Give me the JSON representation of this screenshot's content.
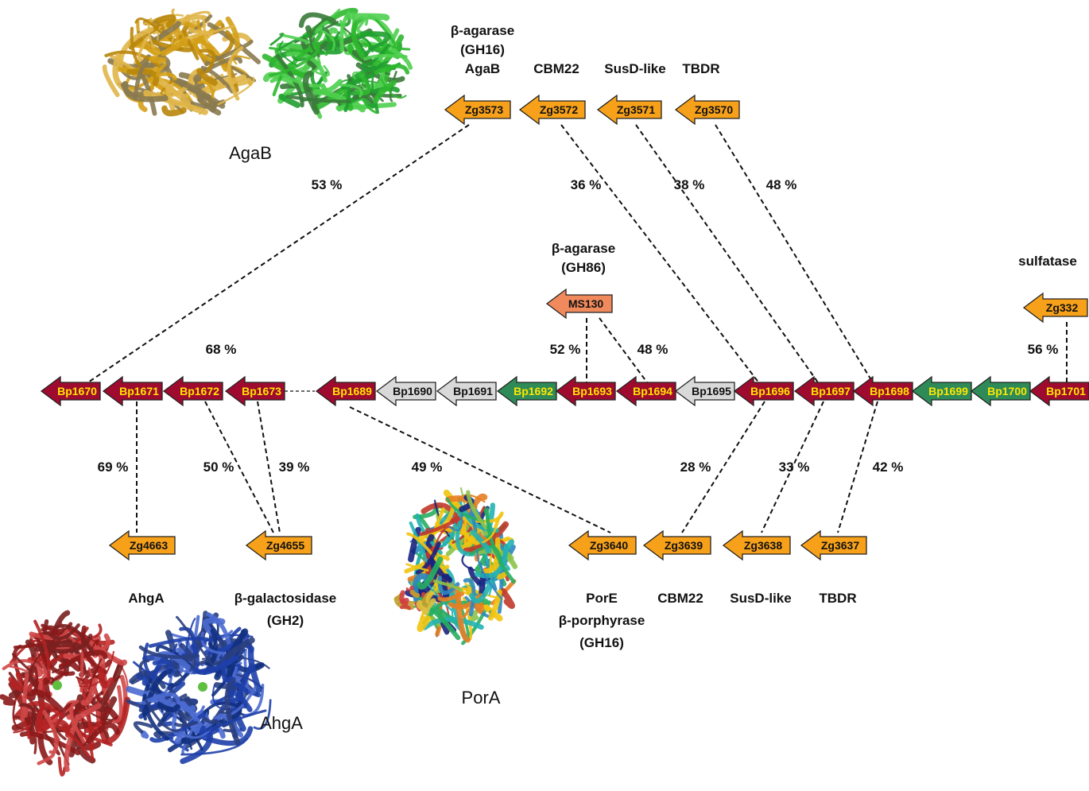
{
  "colors": {
    "orange": "#F7A11A",
    "salmon": "#F08A5D",
    "maroon": "#9E0B2E",
    "grey": "#D9D9D9",
    "green": "#2E8B57",
    "yellow_text": "#FFE600",
    "dark_text": "#111111",
    "agab_yellow": "#D4A017",
    "agab_green": "#2EB82E",
    "ahga_red": "#B22222",
    "ahga_blue": "#1E3FA8"
  },
  "top_genes": [
    {
      "id": "Zg3573",
      "annotation": [
        "β-agarase",
        "(GH16)",
        "AgaB"
      ]
    },
    {
      "id": "Zg3572",
      "annotation": [
        "CBM22"
      ]
    },
    {
      "id": "Zg3571",
      "annotation": [
        "SusD-like"
      ]
    },
    {
      "id": "Zg3570",
      "annotation": [
        "TBDR"
      ]
    }
  ],
  "ms130": {
    "id": "MS130",
    "annotation": [
      "β-agarase",
      "(GH86)"
    ]
  },
  "zg332": {
    "id": "Zg332",
    "annotation": [
      "sulfatase"
    ]
  },
  "middle_genes": [
    {
      "id": "Bp1670",
      "type": "maroon"
    },
    {
      "id": "Bp1671",
      "type": "maroon"
    },
    {
      "id": "Bp1672",
      "type": "maroon"
    },
    {
      "id": "Bp1673",
      "type": "maroon"
    },
    {
      "id": "Bp1689",
      "type": "maroon"
    },
    {
      "id": "Bp1690",
      "type": "grey"
    },
    {
      "id": "Bp1691",
      "type": "grey"
    },
    {
      "id": "Bp1692",
      "type": "green"
    },
    {
      "id": "Bp1693",
      "type": "maroon"
    },
    {
      "id": "Bp1694",
      "type": "maroon"
    },
    {
      "id": "Bp1695",
      "type": "grey"
    },
    {
      "id": "Bp1696",
      "type": "maroon"
    },
    {
      "id": "Bp1697",
      "type": "maroon"
    },
    {
      "id": "Bp1698",
      "type": "maroon"
    },
    {
      "id": "Bp1699",
      "type": "green"
    },
    {
      "id": "Bp1700",
      "type": "green"
    },
    {
      "id": "Bp1701",
      "type": "maroon"
    }
  ],
  "bottom_genes": [
    {
      "id": "Zg4663",
      "annotation": [
        "AhgA"
      ]
    },
    {
      "id": "Zg4655",
      "annotation": [
        "β-galactosidase",
        "(GH2)"
      ]
    },
    {
      "id": "Zg3640",
      "annotation": [
        "PorE",
        "β-porphyrase",
        "(GH16)"
      ]
    },
    {
      "id": "Zg3639",
      "annotation": [
        "CBM22"
      ]
    },
    {
      "id": "Zg3638",
      "annotation": [
        "SusD-like"
      ]
    },
    {
      "id": "Zg3637",
      "annotation": [
        "TBDR"
      ]
    }
  ],
  "identities": [
    {
      "from": "Zg3573",
      "to": "Bp1670",
      "value": "53 %"
    },
    {
      "from": "Zg3572",
      "to": "Bp1696",
      "value": "36 %"
    },
    {
      "from": "Zg3571",
      "to": "Bp1697",
      "value": "38 %"
    },
    {
      "from": "Zg3570",
      "to": "Bp1698",
      "value": "48 %"
    },
    {
      "from": "MS130",
      "to": "Bp1693",
      "value": "52 %"
    },
    {
      "from": "MS130",
      "to": "Bp1694",
      "value": "48 %"
    },
    {
      "from": "Zg332",
      "to": "Bp1701",
      "value": "56 %"
    },
    {
      "from": "Bp1673",
      "to": "Bp1689",
      "value": "68 %"
    },
    {
      "from": "Bp1671",
      "to": "Zg4663",
      "value": "69 %"
    },
    {
      "from": "Bp1672",
      "to": "Zg4655",
      "value": "50 %"
    },
    {
      "from": "Bp1673",
      "to": "Zg4655",
      "value": "39 %"
    },
    {
      "from": "Bp1689",
      "to": "Zg3640",
      "value": "49 %"
    },
    {
      "from": "Bp1696",
      "to": "Zg3639",
      "value": "28 %"
    },
    {
      "from": "Bp1697",
      "to": "Zg3638",
      "value": "33 %"
    },
    {
      "from": "Bp1698",
      "to": "Zg3637",
      "value": "42 %"
    }
  ],
  "structures": [
    {
      "name": "agab",
      "label": "AgaB"
    },
    {
      "name": "ahga",
      "label": "AhgA"
    },
    {
      "name": "pora",
      "label": "PorA"
    }
  ]
}
